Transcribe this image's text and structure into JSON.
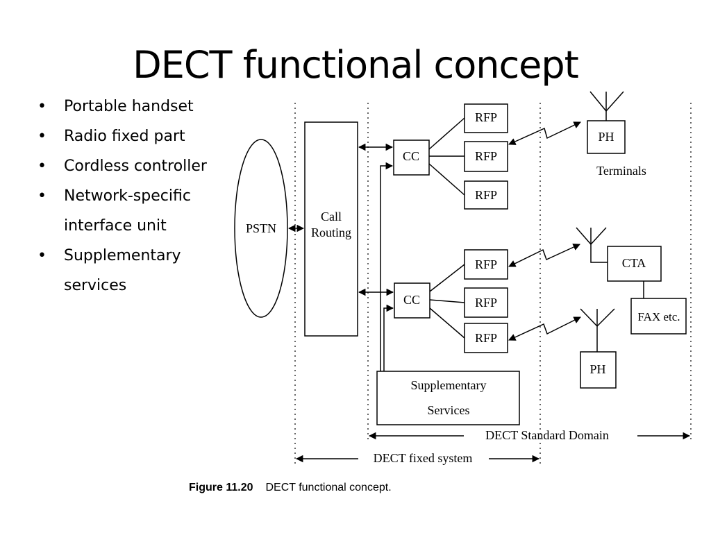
{
  "slide": {
    "title": "DECT functional concept",
    "bullets": [
      "Portable handset",
      "Radio fixed part",
      "Cordless controller",
      "Network-specific interface unit",
      "Supplementary services"
    ]
  },
  "diagram": {
    "pstn": "PSTN",
    "call_routing": [
      "Call",
      "Routing"
    ],
    "cc": "CC",
    "rfp": "RFP",
    "ph": "PH",
    "terminals": "Terminals",
    "cta": "CTA",
    "fax": "FAX etc.",
    "supplementary": [
      "Supplementary",
      "Services"
    ],
    "dect_standard_domain": "DECT Standard Domain",
    "dect_fixed_system": "DECT fixed system"
  },
  "caption": {
    "label": "Figure 11.20",
    "text": "DECT functional concept."
  }
}
